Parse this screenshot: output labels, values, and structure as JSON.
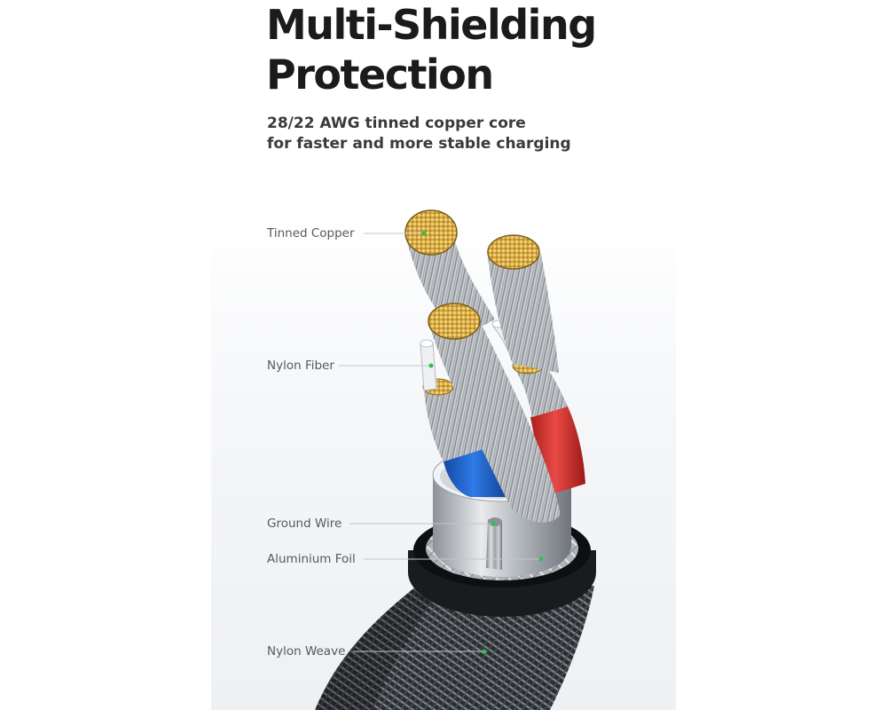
{
  "headline": {
    "line1": "Multi-Shielding",
    "line2": "Protection"
  },
  "subheadline": {
    "line1": "28/22 AWG tinned copper core",
    "line2": "for faster and more stable charging"
  },
  "callouts": [
    {
      "label": "Tinned Copper"
    },
    {
      "label": "Nylon Fiber"
    },
    {
      "label": "Ground Wire"
    },
    {
      "label": "Aluminium Foil"
    },
    {
      "label": "Nylon Weave"
    }
  ],
  "colors": {
    "text_dark": "#1b1b1b",
    "text_label": "#555a5f",
    "copper": "#d9ad45",
    "insulation_red": "#d8332f",
    "insulation_blue": "#1e66d0",
    "silver": "#c8ccd0",
    "braid": "#2a2d30",
    "indicator_green": "#2ec24a"
  }
}
